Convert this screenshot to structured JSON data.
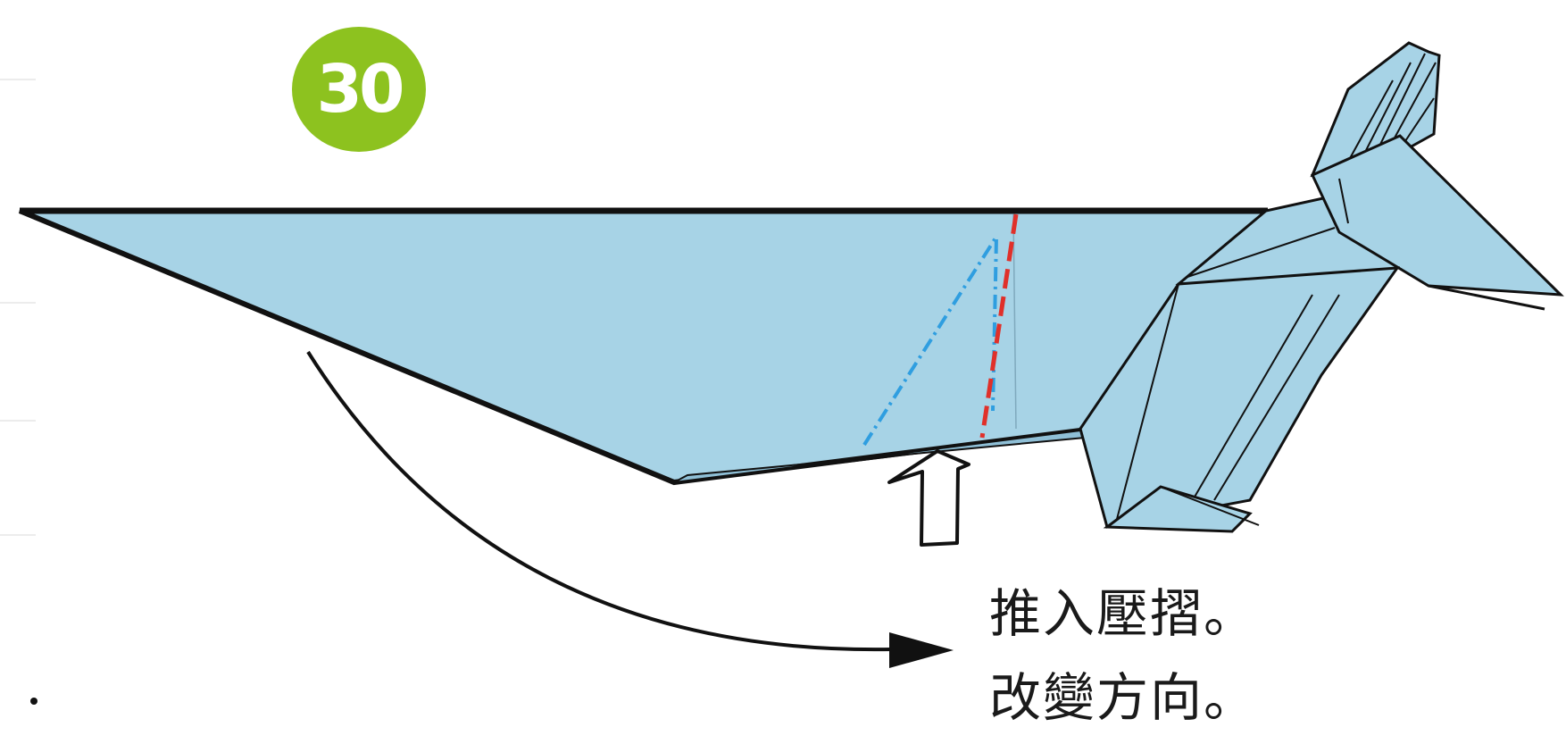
{
  "step": {
    "number": "30"
  },
  "instructions": {
    "line1": "推入壓摺。",
    "line2": "改變方向。"
  },
  "colors": {
    "paper": "#a7d3e6",
    "outline": "#111111",
    "badge": "#8dc21f",
    "valley_fold": "#2f9ee0",
    "mountain_fold": "#e0302a"
  }
}
